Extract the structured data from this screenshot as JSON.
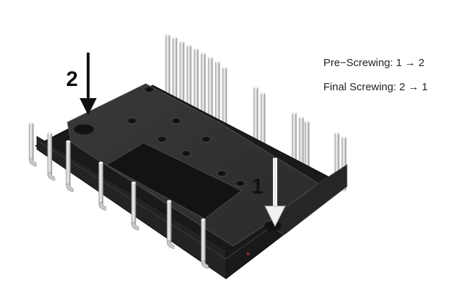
{
  "annotations": {
    "pre_screwing": "Pre−Screwing: 1 → 2",
    "final_screwing": "Final Screwing: 2 → 1"
  },
  "screw_points": [
    {
      "label": "2",
      "icon": "arrow-down-icon"
    },
    {
      "label": "1",
      "icon": "arrow-down-icon"
    }
  ],
  "colors": {
    "module_top": "#2f2f31",
    "module_side": "#1e1e20",
    "module_edge": "#3c3c3f",
    "window": "#151516",
    "pin_light": "#e4e4e4",
    "pin_shade": "#a9a9a9",
    "arrow_dark": "#111111",
    "arrow_light": "#eeeeee"
  }
}
